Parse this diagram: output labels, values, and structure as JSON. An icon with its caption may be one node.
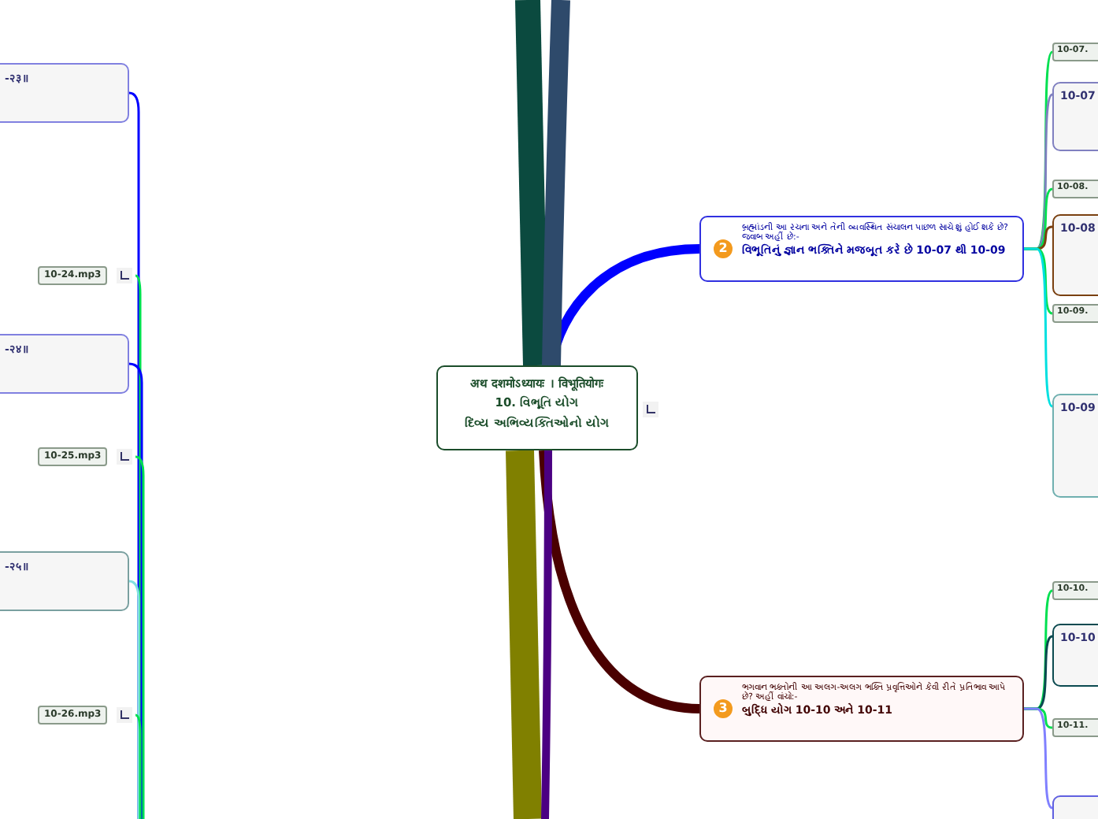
{
  "diagram": {
    "nodes": [
      {
        "text": [
          "अथ दशमोऽध्यायः । विभूतियोगः",
          "10. વિભૂતિ યોગ",
          "દિવ્ય અભિવ્યક્તિઓનો યોગ"
        ]
      },
      {
        "text": [
          "2",
          "બ્રહ્માંડની આ રચના અને તેની વ્યવસ્થિત સંચાલન પાછળ સાચે શું હોઈ શકે છે? જવાબ અહીં છે:-",
          "વિભૂતિનું જ્ઞાન ભક્તિને મજબૂત કરે છે 10-07 થી 10-09"
        ]
      },
      {
        "text": [
          "3",
          "ભગવાન ભક્તોની આ અલગ-અલગ ભક્તિ પ્રવૃત્તિઓને કેવી રીતે પ્રતિભાવ આપે છે? અહીં વાંચો:-",
          "બુદ્ધિ યોગ 10-10 અને 10-11"
        ]
      },
      {
        "text": [
          "10-07."
        ]
      },
      {
        "text": [
          "10-07"
        ]
      },
      {
        "text": [
          "10-08."
        ]
      },
      {
        "text": [
          "10-08"
        ]
      },
      {
        "text": [
          "10-09."
        ]
      },
      {
        "text": [
          "10-09"
        ]
      },
      {
        "text": [
          "10-10."
        ]
      },
      {
        "text": [
          "10-10"
        ]
      },
      {
        "text": [
          "10-11."
        ]
      },
      {
        "text": [],
        "shape": "box"
      },
      {
        "text": [
          "-२३॥"
        ]
      },
      {
        "text": [
          "10-24.mp3"
        ]
      },
      {
        "text": [
          "-२४॥"
        ]
      },
      {
        "text": [
          "10-25.mp3"
        ]
      },
      {
        "text": [
          "-२५॥"
        ]
      },
      {
        "text": [
          "10-26.mp3"
        ]
      }
    ],
    "edges": [
      {
        "from": 0,
        "to": 1,
        "arrow": "none",
        "style": "thick",
        "color": "#0000ff"
      },
      {
        "from": 0,
        "to": 2,
        "arrow": "none",
        "style": "thick",
        "color": "#4a0000"
      },
      {
        "from": 0,
        "to": null,
        "arrow": "none",
        "style": "thick",
        "color": "#0b4a3f"
      },
      {
        "from": 0,
        "to": null,
        "arrow": "none",
        "style": "thick",
        "color": "#2e4a6b"
      },
      {
        "from": 0,
        "to": null,
        "arrow": "none",
        "style": "thick",
        "color": "#808000"
      },
      {
        "from": 0,
        "to": null,
        "arrow": "none",
        "style": "thick",
        "color": "#4b0082"
      },
      {
        "from": 1,
        "to": 3,
        "arrow": "none"
      },
      {
        "from": 1,
        "to": 4,
        "arrow": "none",
        "color": "#8080c0"
      },
      {
        "from": 1,
        "to": 5,
        "arrow": "none"
      },
      {
        "from": 1,
        "to": 6,
        "arrow": "none",
        "color": "#7a4010"
      },
      {
        "from": 1,
        "to": 7,
        "arrow": "none"
      },
      {
        "from": 1,
        "to": 8,
        "arrow": "none",
        "color": "#00e0e0"
      },
      {
        "from": 2,
        "to": 9,
        "arrow": "none"
      },
      {
        "from": 2,
        "to": 10,
        "arrow": "none",
        "color": "#0b4a50"
      },
      {
        "from": 2,
        "to": 11,
        "arrow": "none"
      },
      {
        "from": 2,
        "to": 12,
        "arrow": "none",
        "color": "#8080ff"
      },
      {
        "from": null,
        "to": 13,
        "arrow": "none",
        "color": "#0000ff"
      },
      {
        "from": null,
        "to": 14,
        "arrow": "none"
      },
      {
        "from": null,
        "to": 15,
        "arrow": "none",
        "color": "#0000ff"
      },
      {
        "from": null,
        "to": 16,
        "arrow": "none"
      },
      {
        "from": null,
        "to": 17,
        "arrow": "none",
        "color": "#80e0e0"
      },
      {
        "from": null,
        "to": 18,
        "arrow": "none"
      }
    ]
  }
}
